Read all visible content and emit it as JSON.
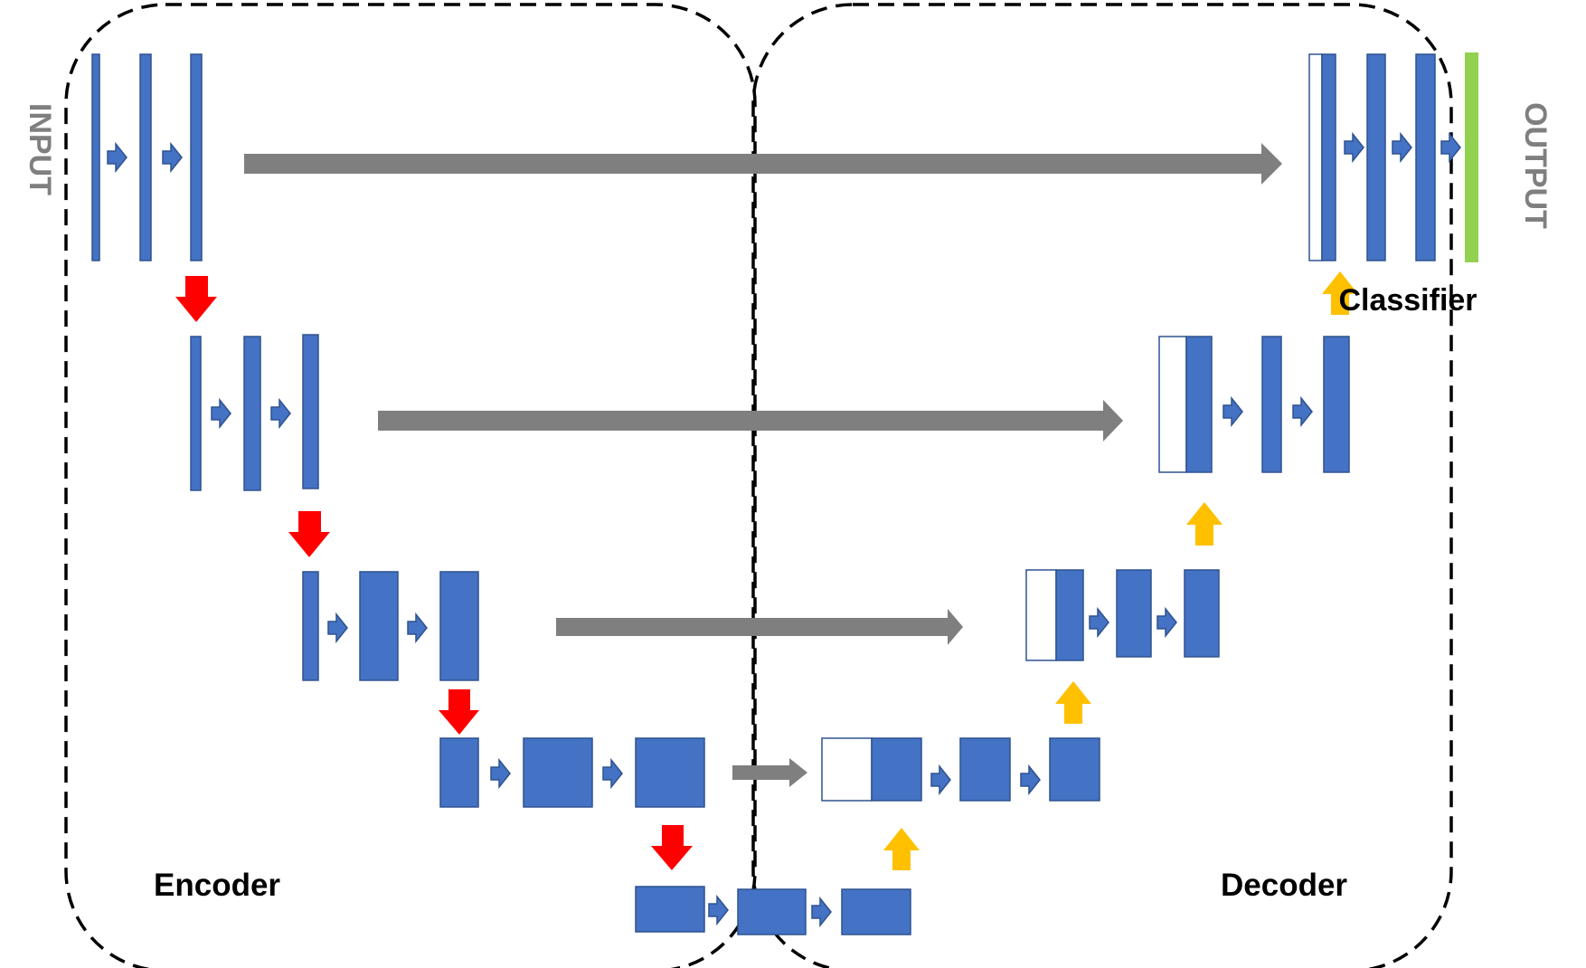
{
  "labels": {
    "input": "INPUT",
    "output": "OUTPUT",
    "encoder": "Encoder",
    "decoder": "Decoder",
    "classifier": "Classifier"
  },
  "colors": {
    "block": "#4472C4",
    "skip_arrow": "#7F7F7F",
    "down_arrow": "#FF0000",
    "up_arrow": "#FFC000",
    "output_bar": "#92D050",
    "region_outline": "#000000"
  }
}
